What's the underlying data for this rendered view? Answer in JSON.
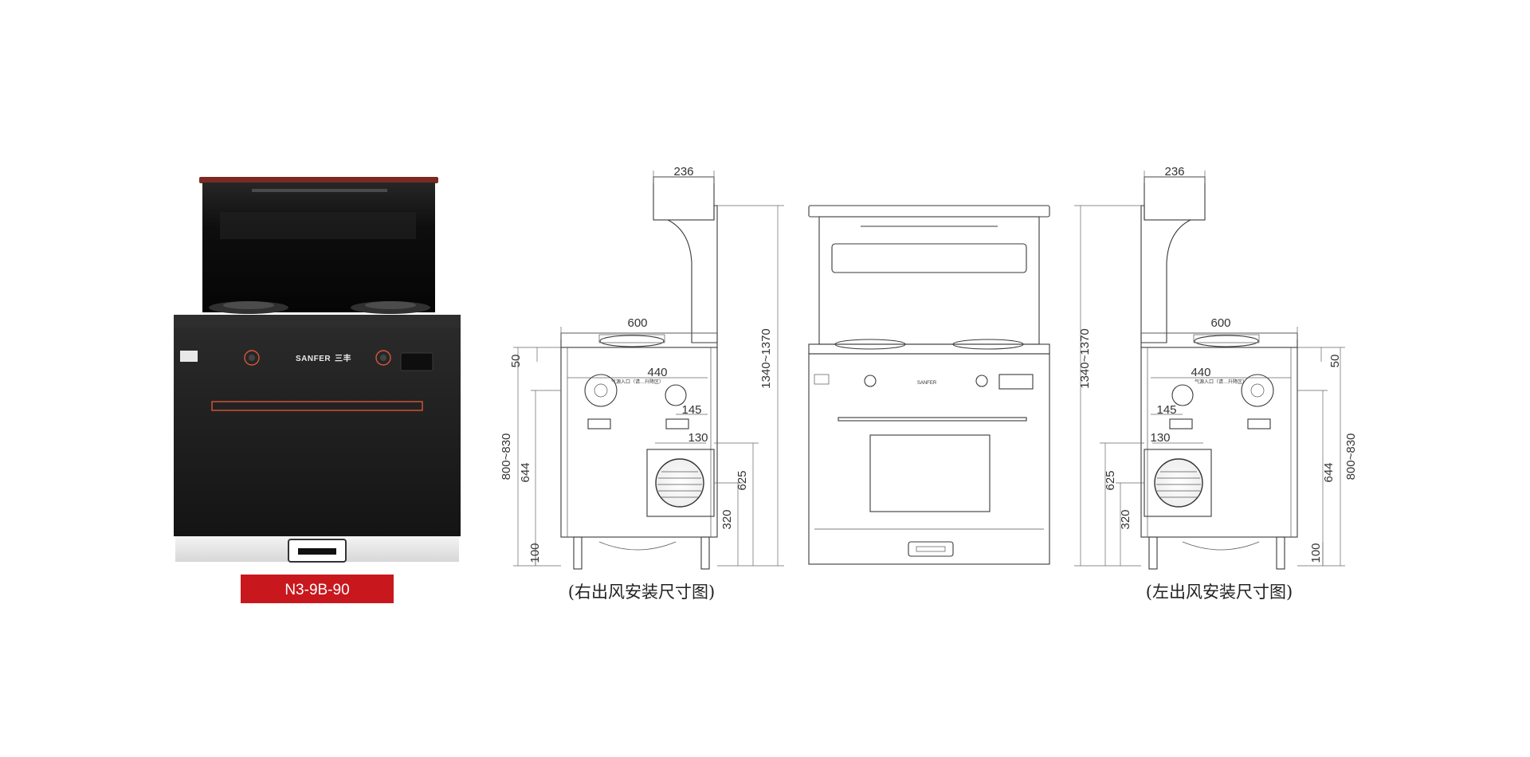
{
  "product": {
    "model_label": "N3-9B-90",
    "brand_label": "SANFER",
    "brand_glyph": "三丰"
  },
  "diagram_right": {
    "caption": "(右出风安装尺寸图)",
    "dims": {
      "top_width": "236",
      "body_width": "600",
      "inner_width": "440",
      "offset": "145",
      "vent": "130",
      "panel_height": "50",
      "total_height": "1340~1370",
      "counter_height": "800~830",
      "cabinet_height": "644",
      "vent_height": "625",
      "vent_bottom": "320",
      "leg_height": "100"
    },
    "note": "气源入口（请…升降区）"
  },
  "diagram_left": {
    "caption": "(左出风安装尺寸图)",
    "dims": {
      "top_width": "236",
      "body_width": "600",
      "inner_width": "440",
      "offset": "145",
      "vent": "130",
      "panel_height": "50",
      "total_height": "1340~1370",
      "counter_height": "800~830",
      "cabinet_height": "644",
      "vent_height": "625",
      "vent_bottom": "320",
      "leg_height": "100"
    },
    "note": "气源入口（请…升降区）"
  },
  "front_view": {
    "brand_label": "SANFER"
  },
  "colors": {
    "model_badge": "#c8181e",
    "appliance_body": "#1b1b1b",
    "accent_line": "#d9553a",
    "line": "#3a3a3a"
  }
}
